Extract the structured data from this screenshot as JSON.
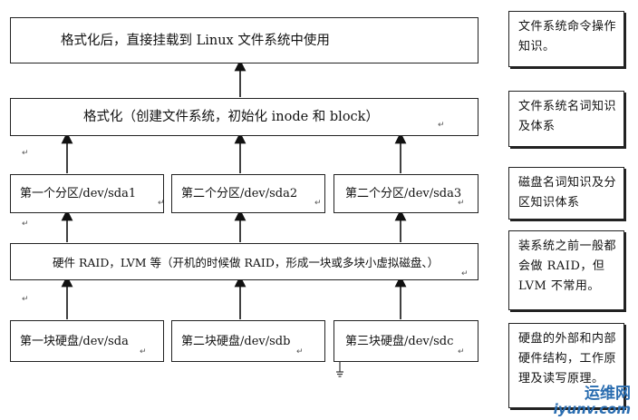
{
  "diagram": {
    "top": {
      "label": "格式化后，直接挂载到 Linux 文件系统中使用",
      "note": "文件系统命令操作知识。"
    },
    "format": {
      "label": "格式化（创建文件系统，初始化 inode 和 block）",
      "note": "文件系统名词知识及体系"
    },
    "partitions": {
      "items": [
        "第一个分区/dev/sda1",
        "第二个分区/dev/sda2",
        "第二个分区/dev/sda3"
      ],
      "note": "磁盘名词知识及分区知识体系"
    },
    "raid": {
      "label": "硬件 RAID，LVM 等（开机的时候做 RAID，形成一块或多块小虚拟磁盘、）",
      "note": "装系统之前一般都会做 RAID，但 LVM 不常用。"
    },
    "disks": {
      "items": [
        "第一块硬盘/dev/sda",
        "第二块硬盘/dev/sdb",
        "第三块硬盘/dev/sdc"
      ],
      "note": "硬盘的外部和内部硬件结构，工作原理及读写原理。"
    },
    "paragraph_mark": "↵"
  },
  "watermark": {
    "line1": "运维网",
    "line2": "iyunv.com"
  }
}
